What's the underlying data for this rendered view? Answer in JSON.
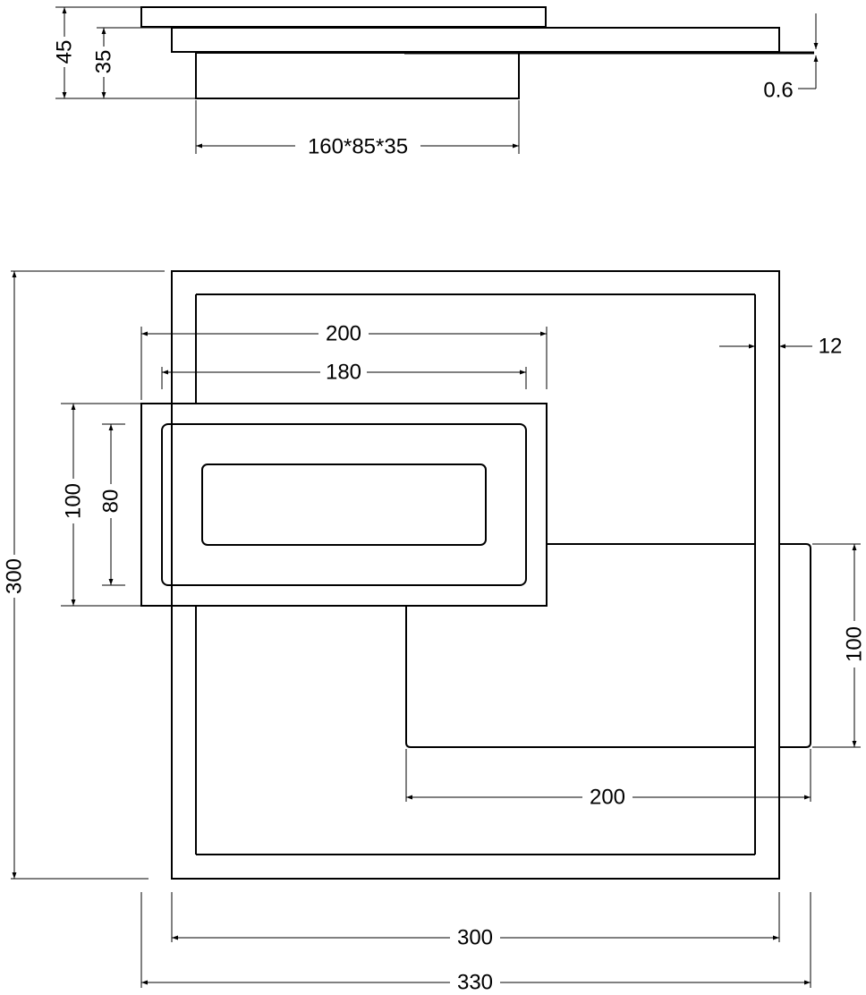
{
  "side_view": {
    "total_height": "45",
    "body_height": "35",
    "plate_thickness": "0.6",
    "box_size": "160*85*35"
  },
  "top_view": {
    "overall_height": "300",
    "width_200_top": "200",
    "width_180": "180",
    "frame_margin": "12",
    "height_100_left": "100",
    "height_80": "80",
    "height_100_right": "100",
    "width_200_bottom": "200",
    "width_300": "300",
    "width_330": "330"
  }
}
